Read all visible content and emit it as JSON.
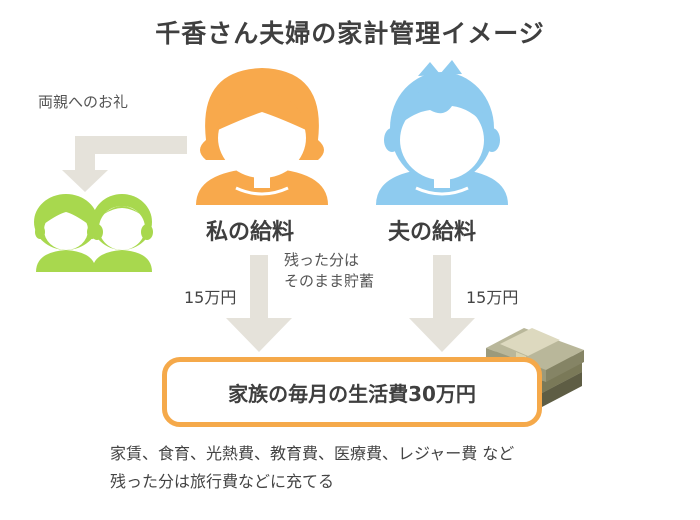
{
  "title": "千香さん夫婦の家計管理イメージ",
  "wife": {
    "salary_label": "私の給料",
    "amount": "15万円",
    "color": "#f8a94c"
  },
  "husband": {
    "salary_label": "夫の給料",
    "amount": "15万円",
    "color": "#8ecbef"
  },
  "parents": {
    "label": "両親へのお礼",
    "color": "#a8d84e"
  },
  "savings_note": {
    "line1": "残った分は",
    "line2": "そのまま貯蓄"
  },
  "monthly_box": {
    "label": "家族の毎月の生活費30万円",
    "border_color": "#f5a94a"
  },
  "expenses": {
    "line1": "家賃、食育、光熱費、教育費、医療費、レジャー費 など",
    "line2": "残った分は旅行費などに充てる"
  },
  "arrow_color": "#e5e2da"
}
